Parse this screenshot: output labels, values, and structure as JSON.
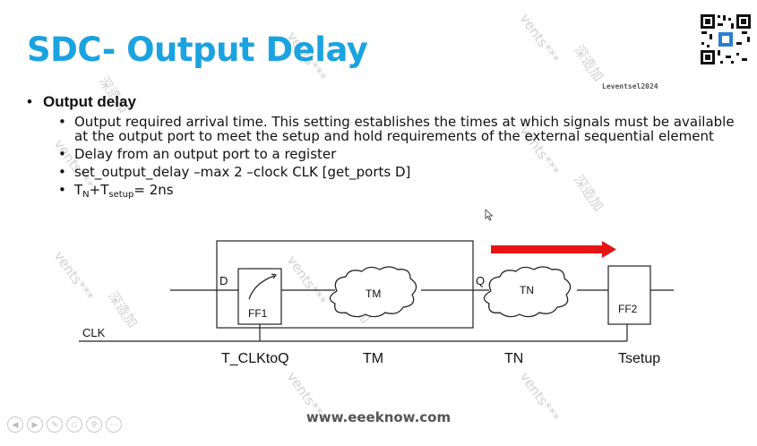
{
  "slide": {
    "title": "SDC- Output Delay",
    "heading": "Output delay",
    "bullets": [
      "Output required arrival time. This setting establishes the times at which signals must be available at the output port to meet the setup and hold requirements of the external sequential element",
      "Delay from an output port to a register",
      "set_output_delay –max 2 –clock CLK [get_ports D]"
    ],
    "formula": {
      "t1": "T",
      "sub1": "N",
      "plus": "+T",
      "sub2": "setup",
      "rest": "= 2ns"
    },
    "watermark_top": "Leventsel2024",
    "footer_url": "www.eeeknow.com"
  },
  "diagram": {
    "port_d": "D",
    "port_q": "Q",
    "ff1": "FF1",
    "ff2": "FF2",
    "cloud_tm": "TM",
    "cloud_tn": "TN",
    "clk": "CLK",
    "labels": [
      "T_CLKtoQ",
      "TM",
      "TN",
      "Tsetup"
    ],
    "arrow_color": "#e51515"
  },
  "watermark": {
    "a": "vents***",
    "b": "深造加"
  },
  "icons": {
    "qr": "qr-code-icon",
    "cursor": "mouse-cursor-icon",
    "controls": [
      "previous-icon",
      "next-icon",
      "pen-icon",
      "slides-icon",
      "zoom-icon",
      "more-icon"
    ]
  }
}
